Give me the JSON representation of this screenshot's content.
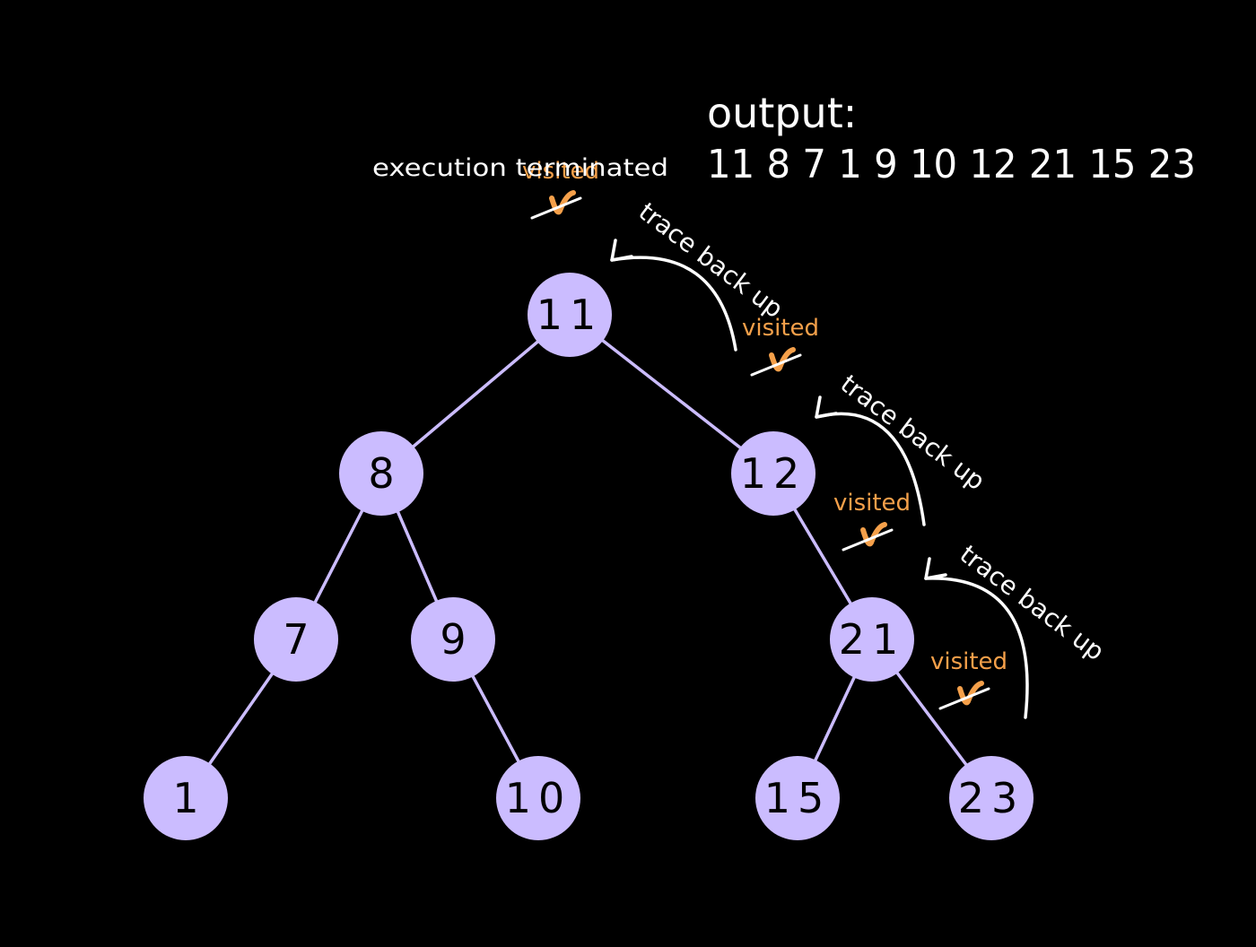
{
  "colors": {
    "background": "#000000",
    "node_fill": "#cbbcff",
    "edge": "#cbbcff",
    "node_text": "#000000",
    "annotation_white": "#ffffff",
    "visited": "#f5a04a"
  },
  "output": {
    "label": "output:",
    "sequence": "11 8 7 1 9 10 12 21 15 23"
  },
  "status": {
    "text": "execution terminated"
  },
  "tree": {
    "nodes": [
      {
        "id": "n11",
        "value": "11"
      },
      {
        "id": "n8",
        "value": "8"
      },
      {
        "id": "n12",
        "value": "12"
      },
      {
        "id": "n7",
        "value": "7"
      },
      {
        "id": "n9",
        "value": "9"
      },
      {
        "id": "n21",
        "value": "21"
      },
      {
        "id": "n1",
        "value": "1"
      },
      {
        "id": "n10",
        "value": "10"
      },
      {
        "id": "n15",
        "value": "15"
      },
      {
        "id": "n23",
        "value": "23"
      }
    ],
    "edges": [
      {
        "from": "n11",
        "to": "n8"
      },
      {
        "from": "n11",
        "to": "n12"
      },
      {
        "from": "n8",
        "to": "n7"
      },
      {
        "from": "n8",
        "to": "n9"
      },
      {
        "from": "n7",
        "to": "n1"
      },
      {
        "from": "n9",
        "to": "n10"
      },
      {
        "from": "n12",
        "to": "n21"
      },
      {
        "from": "n21",
        "to": "n15"
      },
      {
        "from": "n21",
        "to": "n23"
      }
    ]
  },
  "annotations": {
    "visited_label": "visited",
    "trace_label": "trace back up",
    "visited_nodes": [
      "n11",
      "n12",
      "n21",
      "n23"
    ],
    "traces": [
      {
        "from": "n12",
        "to": "n11"
      },
      {
        "from": "n21",
        "to": "n12"
      },
      {
        "from": "n23",
        "to": "n21"
      }
    ]
  }
}
